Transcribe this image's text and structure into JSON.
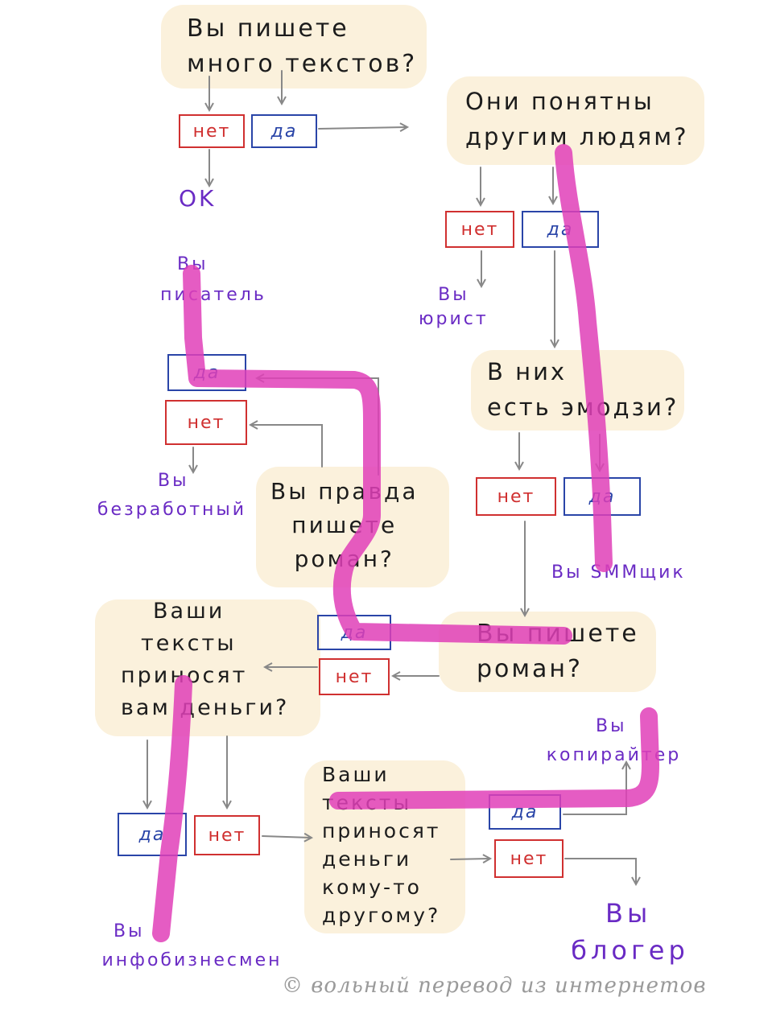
{
  "colors": {
    "no": "#d03030",
    "yes": "#2a45a8",
    "result": "#6a2bc4",
    "path": "#e040b8",
    "arrow": "#888888",
    "bubble": "#fbf1dc"
  },
  "questions": {
    "q1": [
      "Вы пишете",
      "много текстов?"
    ],
    "q2": [
      "Они понятны",
      "другим людям?"
    ],
    "q3": [
      "В них",
      "есть эмодзи?"
    ],
    "q4": [
      "Вы пишете",
      "роман?"
    ],
    "q5": [
      "Вы правда",
      "пишете",
      "роман?"
    ],
    "q6": [
      "Ваши",
      "тексты",
      "приносят",
      "вам деньги?"
    ],
    "q7": [
      "Ваши",
      "тексты",
      "приносят",
      "деньги",
      "кому-то",
      "другому?"
    ]
  },
  "answers": {
    "no": "нет",
    "yes": "да"
  },
  "results": {
    "ok": "OK",
    "lawyer": [
      "Вы",
      "юрист"
    ],
    "smm": "Вы SMMщик",
    "writer": [
      "Вы",
      "писатель"
    ],
    "unemployed": [
      "Вы",
      "безработный"
    ],
    "infobiz": [
      "Вы",
      "инфобизнесмен"
    ],
    "copywriter": [
      "Вы",
      "копирайтер"
    ],
    "blogger": [
      "Вы",
      "блогер"
    ]
  },
  "credit": "© вольный перевод из интернетов"
}
